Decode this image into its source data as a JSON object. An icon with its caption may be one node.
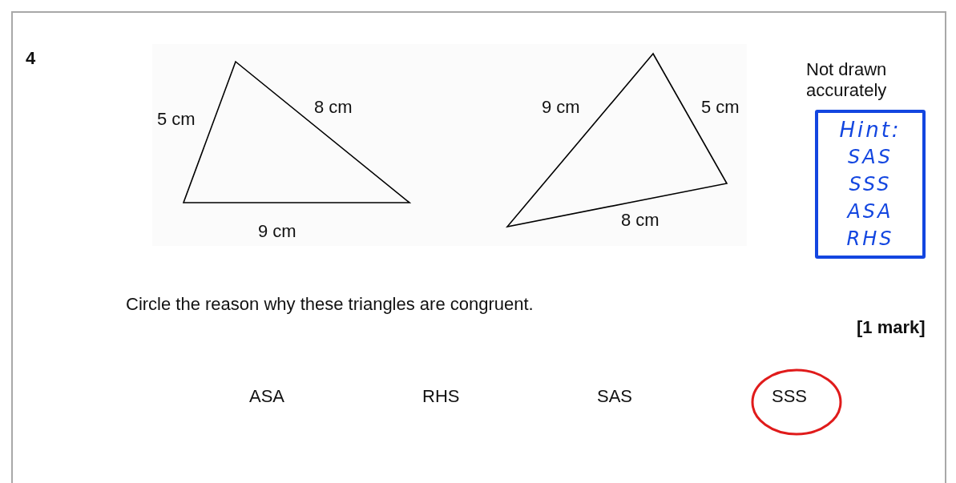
{
  "diagram": {
    "nodes": [
      {
        "text": [],
        "shape": "triangle",
        "beside": [
          "5 cm",
          "8 cm",
          "9 cm"
        ]
      },
      {
        "text": [],
        "shape": "triangle",
        "beside": [
          "9 cm",
          "5 cm",
          "8 cm"
        ]
      },
      {
        "text": [
          "Hint:",
          "SAS",
          "SSS",
          "ASA",
          "RHS"
        ]
      },
      {
        "text": [
          "SSS"
        ]
      }
    ],
    "edges": [],
    "labels": [
      "4",
      "Not drawn accurately",
      "Circle the reason why these triangles are congruent.",
      "[1 mark]",
      "ASA",
      "RHS",
      "SAS"
    ]
  }
}
